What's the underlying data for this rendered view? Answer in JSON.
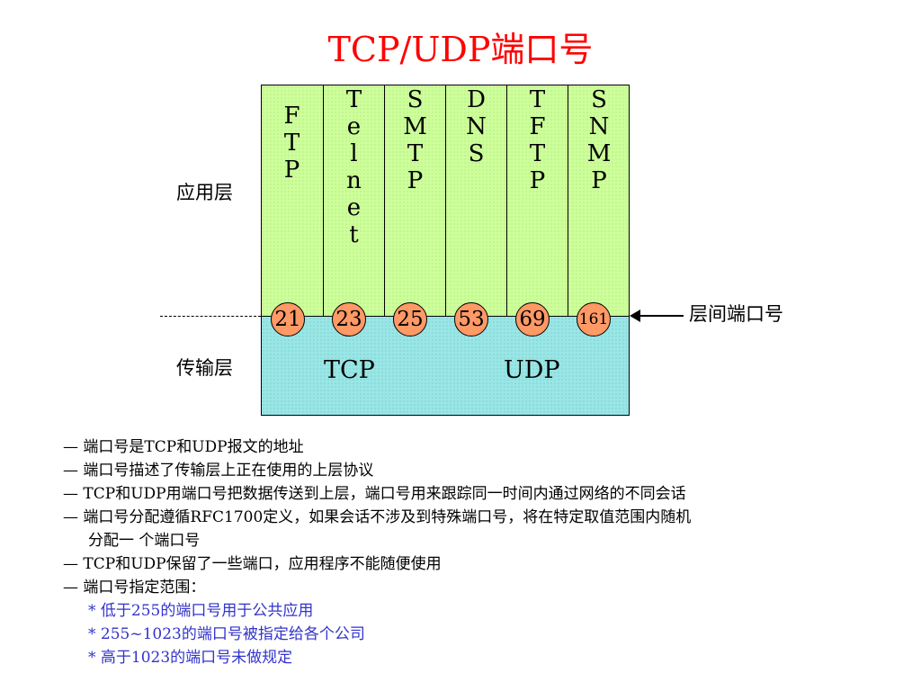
{
  "title": "TCP/UDP端口号",
  "labels": {
    "application_layer": "应用层",
    "transport_layer": "传输层",
    "inter_layer_port": "层间端口号"
  },
  "protocols": [
    {
      "name": "FTP",
      "vertical": "F\nT\nP",
      "port": "21"
    },
    {
      "name": "Telnet",
      "vertical": "T\ne\nl\nn\ne\nt",
      "port": "23"
    },
    {
      "name": "SMTP",
      "vertical": "S\nM\nT\nP",
      "port": "25"
    },
    {
      "name": "DNS",
      "vertical": "D\nN\nS",
      "port": "53"
    },
    {
      "name": "TFTP",
      "vertical": "T\nF\nT\nP",
      "port": "69"
    },
    {
      "name": "SNMP",
      "vertical": "S\nN\nM\nP",
      "port": "161"
    }
  ],
  "transport": {
    "tcp": "TCP",
    "udp": "UDP"
  },
  "colors": {
    "title": "#ff0000",
    "application_fill": "#ccff99",
    "transport_fill": "#99e6e6",
    "port_circle": "#ff9966",
    "sub_bullets": "#3333cc"
  },
  "notes": [
    "— 端口号是TCP和UDP报文的地址",
    "— 端口号描述了传输层上正在使用的上层协议",
    "— TCP和UDP用端口号把数据传送到上层，端口号用来跟踪同一时间内通过网络的不同会话",
    "— 端口号分配遵循RFC1700定义，如果会话不涉及到特殊端口号，将在特定取值范围内随机",
    "分配一 个端口号",
    "— TCP和UDP保留了一些端口，应用程序不能随便使用",
    "— 端口号指定范围："
  ],
  "sub_notes": [
    "*  低于255的端口号用于公共应用",
    "*  255~1023的端口号被指定给各个公司",
    "*  高于1023的端口号未做规定"
  ]
}
